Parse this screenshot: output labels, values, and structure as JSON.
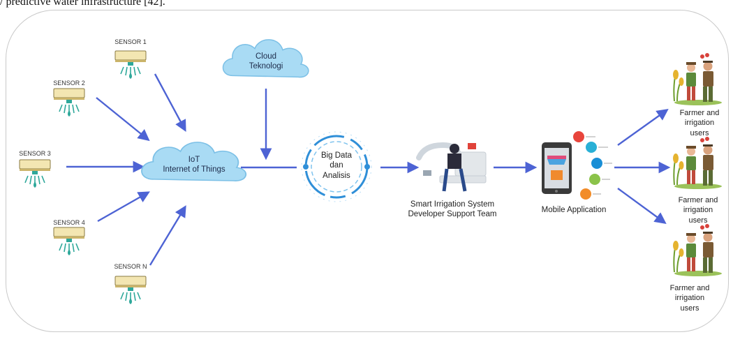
{
  "caption": "/ predictive water infrastructure [42].",
  "sensors": [
    "SENSOR 1",
    "SENSOR 2",
    "SENSOR 3",
    "SENSOR 4",
    "SENSOR N"
  ],
  "cloud_label": "Cloud\nTeknologi",
  "iot_label": "IoT\nInternet of Things",
  "bigdata_label": "Big Data\ndan\nAnalisis",
  "team_label": "Smart Irrigation System\nDeveloper Support Team",
  "mobile_label": "Mobile Application",
  "farmer_label": "Farmer and\nirrigation\nusers",
  "colors": {
    "arrow": "#4d63d4",
    "cloud": "#a9dbf4",
    "cloud_stroke": "#7cc0e6",
    "ring": "#2f8fd8",
    "sensor_body": "#f3e6b2",
    "sensor_drop": "#2ea89a"
  }
}
